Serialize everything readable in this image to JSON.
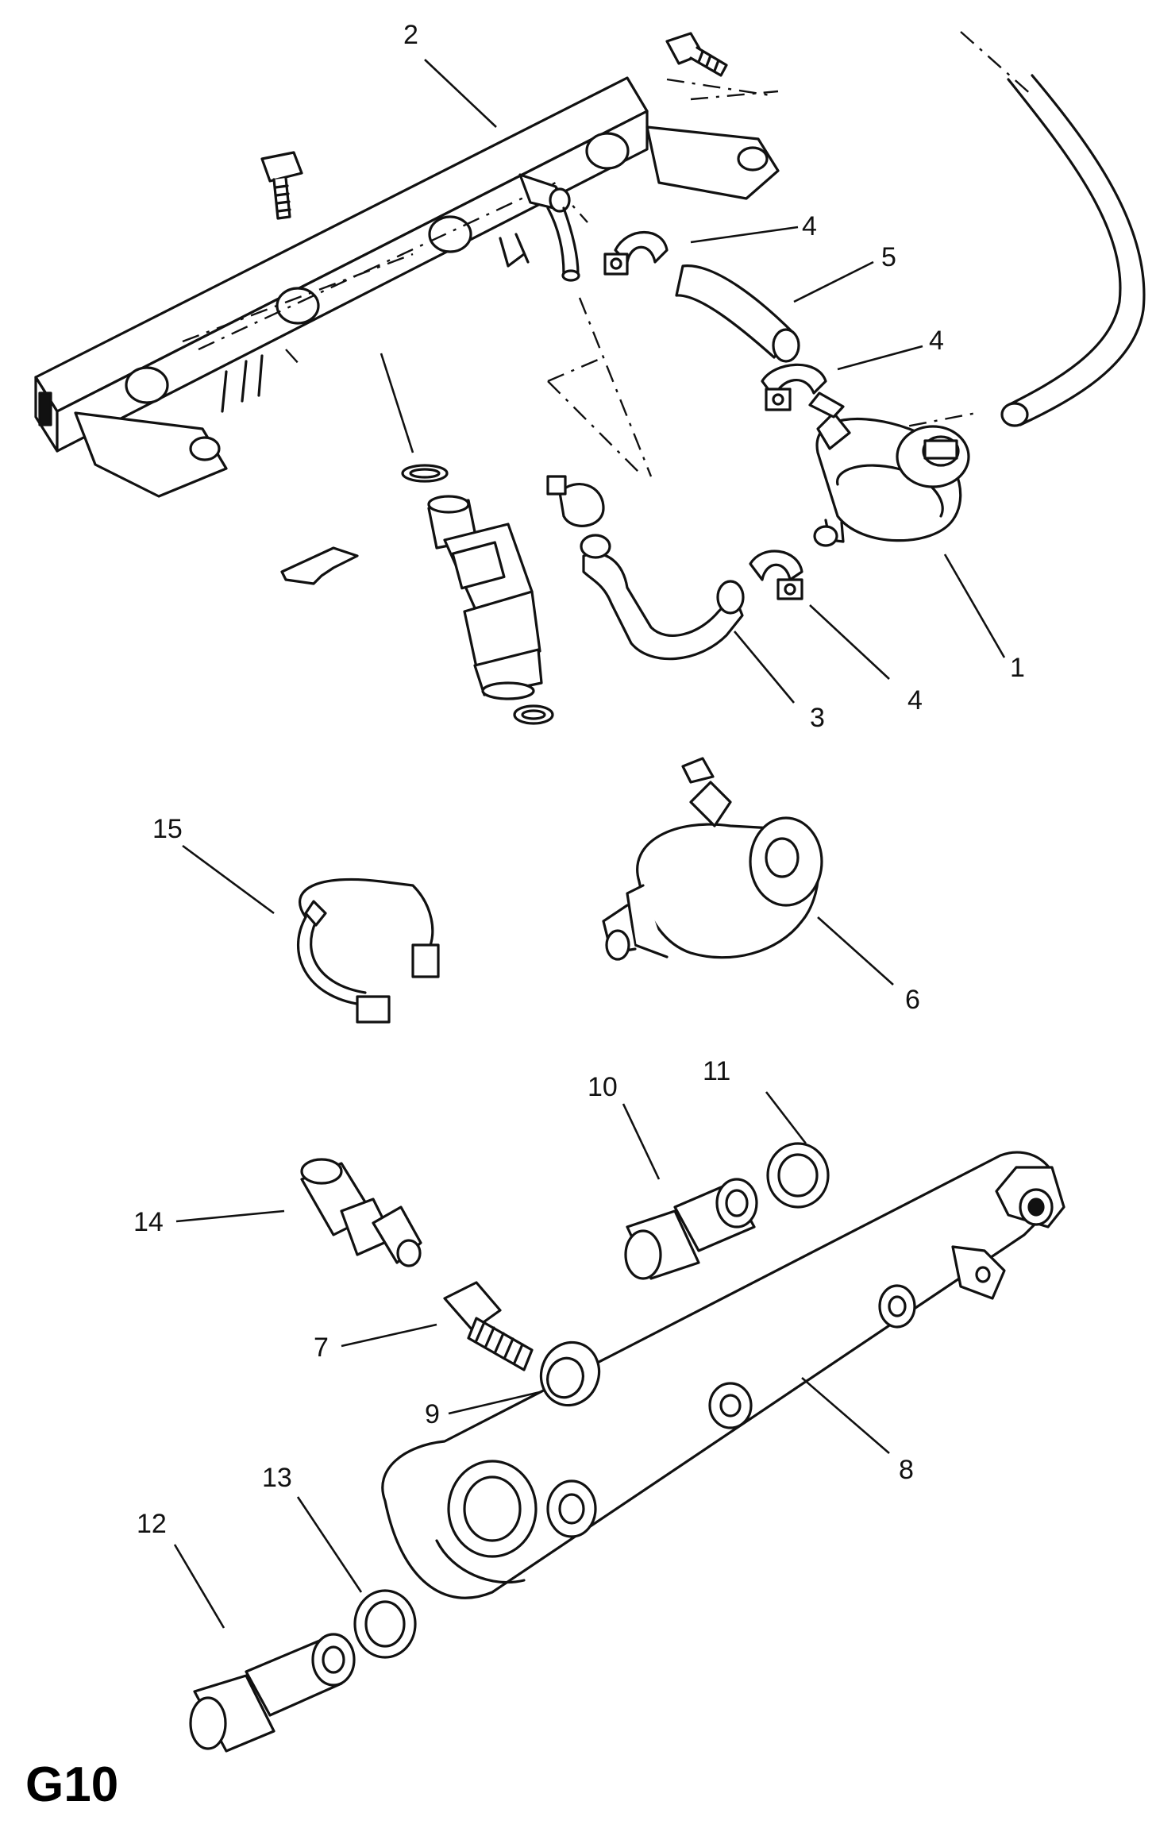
{
  "figure_code": "G10",
  "callouts": [
    "1",
    "2",
    "3",
    "4",
    "4",
    "4",
    "5",
    "6",
    "7",
    "8",
    "9",
    "10",
    "11",
    "12",
    "13",
    "14",
    "15"
  ]
}
